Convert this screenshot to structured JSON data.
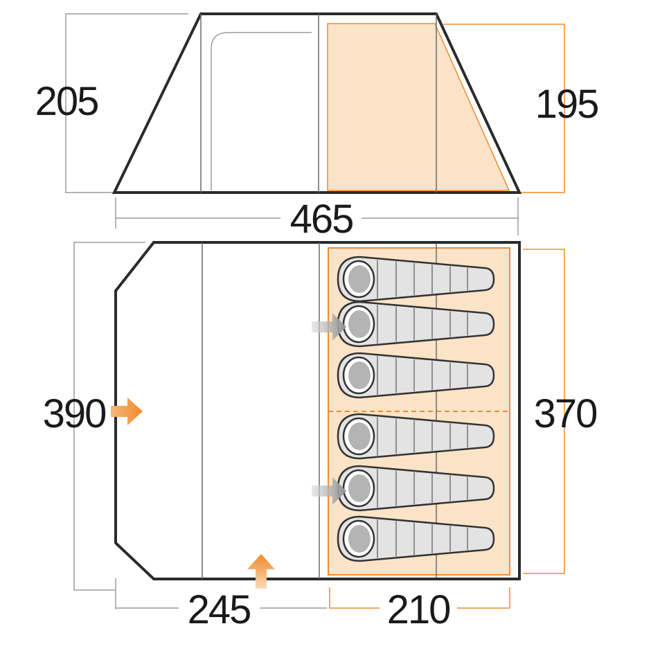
{
  "dimensions": {
    "outer_height": "205",
    "inner_height": "195",
    "total_length": "465",
    "outer_width": "390",
    "inner_width": "370",
    "living_length": "245",
    "bedroom_length": "210"
  },
  "colors": {
    "outline": "#2a2a2a",
    "guide_grey": "#9a9a9a",
    "accent_orange": "#f08a2c",
    "bedroom_fill": "#fbe3c8",
    "bag_fill": "#e3e3e3",
    "bag_hood": "#b4b4b4"
  },
  "sleeping_bag_count": 6
}
